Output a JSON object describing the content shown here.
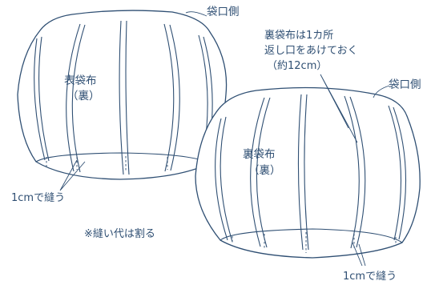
{
  "labels": {
    "bag_opening_1": "袋口側",
    "bag_opening_2": "袋口側",
    "outer_line1": "表袋布",
    "outer_line2": "（裏）",
    "inner_line1": "裏袋布",
    "inner_line2": "（裏）",
    "note_line1": "裏袋布は1カ所",
    "note_line2": "返し口をあけておく",
    "note_line3": "（約12cm）",
    "sew_1": "1cmで縫う",
    "sew_2": "1cmで縫う",
    "seam_allowance": "※縫い代は割る"
  }
}
